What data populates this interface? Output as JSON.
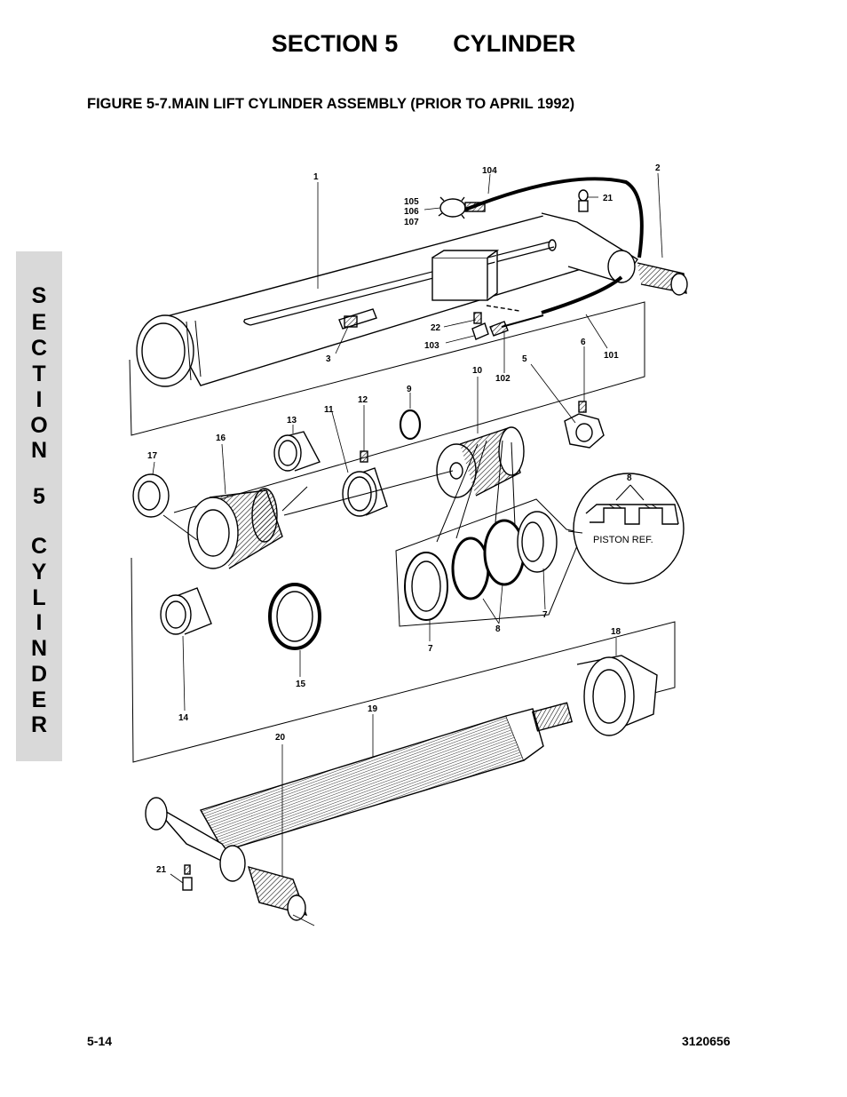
{
  "header": {
    "section": "SECTION 5",
    "topic": "CYLINDER"
  },
  "figure_title": "FIGURE 5-7.MAIN LIFT CYLINDER ASSEMBLY (PRIOR TO APRIL 1992)",
  "side_tab": [
    "S",
    "E",
    "C",
    "T",
    "I",
    "O",
    "N",
    "5",
    "C",
    "Y",
    "L",
    "I",
    "N",
    "D",
    "E",
    "R"
  ],
  "footer": {
    "page": "5-14",
    "doc_number": "3120656"
  },
  "callouts": {
    "c1": "1",
    "c2": "2",
    "c3": "3",
    "c5": "5",
    "c6": "6",
    "c7a": "7",
    "c7b": "7",
    "c8a": "8",
    "c8b": "8",
    "c9": "9",
    "c10": "10",
    "c11": "11",
    "c12": "12",
    "c13": "13",
    "c14": "14",
    "c15": "15",
    "c16": "16",
    "c17": "17",
    "c18": "18",
    "c19": "19",
    "c20": "20",
    "c21a": "21",
    "c21b": "21",
    "c22": "22",
    "c101": "101",
    "c102": "102",
    "c103": "103",
    "c104": "104",
    "c105": "105",
    "c106": "106",
    "c107": "107"
  },
  "detail_label": "PISTON REF."
}
